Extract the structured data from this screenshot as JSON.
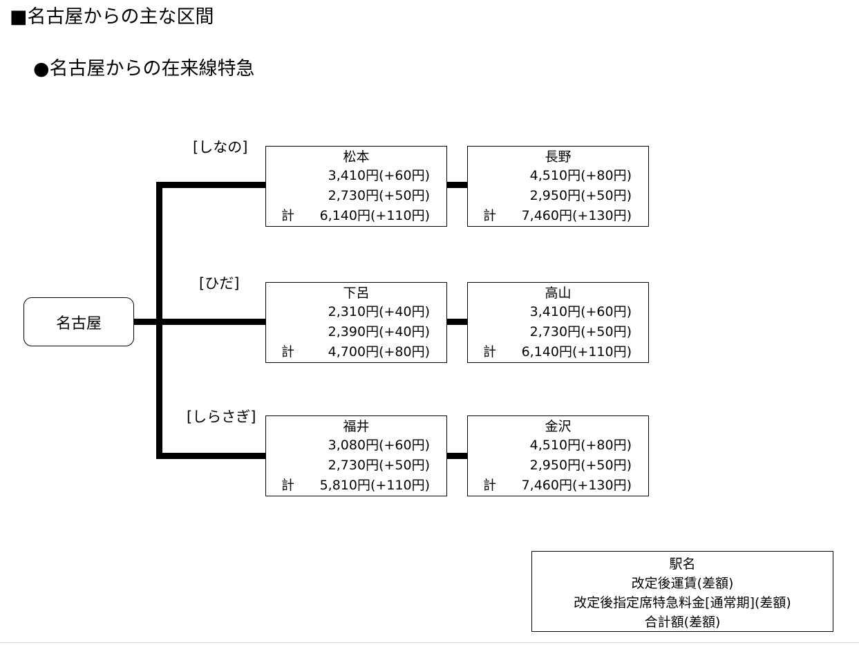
{
  "header": {
    "title": "■名古屋からの主な区間",
    "subtitle": "●名古屋からの在来線特急"
  },
  "origin": {
    "label": "名古屋"
  },
  "routes": [
    {
      "name": "[しなの]",
      "stations": [
        {
          "name": "松本",
          "fare": "3,410円(+60円)",
          "express": "2,730円(+50円)",
          "total_prefix": "計",
          "total": "6,140円(+110円)"
        },
        {
          "name": "長野",
          "fare": "4,510円(+80円)",
          "express": "2,950円(+50円)",
          "total_prefix": "計",
          "total": "7,460円(+130円)"
        }
      ]
    },
    {
      "name": "[ひだ]",
      "stations": [
        {
          "name": "下呂",
          "fare": "2,310円(+40円)",
          "express": "2,390円(+40円)",
          "total_prefix": "計",
          "total": "4,700円(+80円)"
        },
        {
          "name": "高山",
          "fare": "3,410円(+60円)",
          "express": "2,730円(+50円)",
          "total_prefix": "計",
          "total": "6,140円(+110円)"
        }
      ]
    },
    {
      "name": "[しらさぎ]",
      "stations": [
        {
          "name": "福井",
          "fare": "3,080円(+60円)",
          "express": "2,730円(+50円)",
          "total_prefix": "計",
          "total": "5,810円(+110円)"
        },
        {
          "name": "金沢",
          "fare": "4,510円(+80円)",
          "express": "2,950円(+50円)",
          "total_prefix": "計",
          "total": "7,460円(+130円)"
        }
      ]
    }
  ],
  "legend": {
    "line1": "駅名",
    "line2": "改定後運賃(差額)",
    "line3": "改定後指定席特急料金[通常期](差額)",
    "line4": "合計額(差額)"
  }
}
